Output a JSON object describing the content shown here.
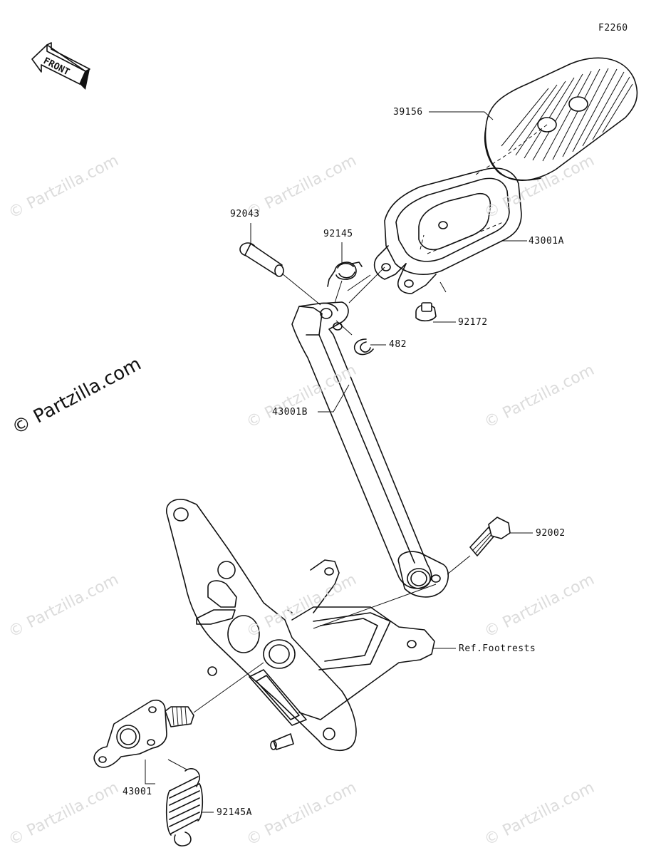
{
  "diagram_code": "F2260",
  "front_label": "FRONT",
  "copyright_mark": "© Partzilla.com",
  "watermark_text": "© Partzilla.com",
  "parts": {
    "p39156": "39156",
    "p92043": "92043",
    "p92145": "92145",
    "p43001A": "43001A",
    "p92172": "92172",
    "p482": "482",
    "p43001B": "43001B",
    "p92002": "92002",
    "ref_footrests": "Ref.Footrests",
    "p43001": "43001",
    "p92145A": "92145A"
  },
  "colors": {
    "line": "#111111",
    "watermark": "#dcdcdc",
    "background": "#ffffff"
  }
}
